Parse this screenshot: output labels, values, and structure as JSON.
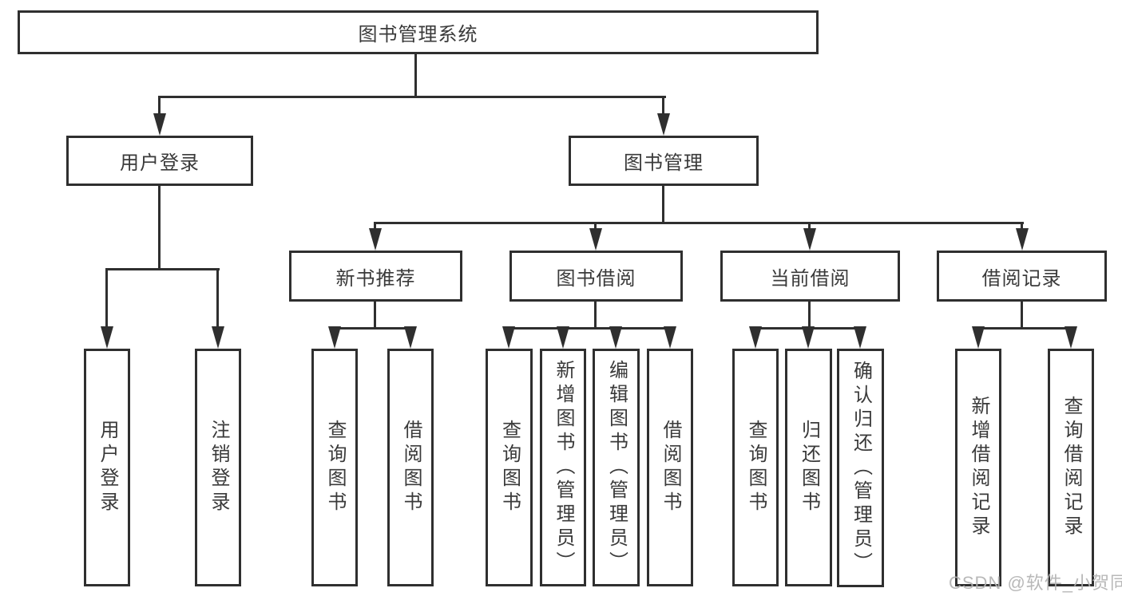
{
  "diagram": {
    "title": "图书管理系统",
    "level2": [
      {
        "label": "用户登录"
      },
      {
        "label": "图书管理"
      }
    ],
    "level3": [
      {
        "label": "新书推荐"
      },
      {
        "label": "图书借阅"
      },
      {
        "label": "当前借阅"
      },
      {
        "label": "借阅记录"
      }
    ],
    "leaves": [
      {
        "label": "用户登录"
      },
      {
        "label": "注销登录"
      },
      {
        "label": "查询图书"
      },
      {
        "label": "借阅图书"
      },
      {
        "label": "查询图书"
      },
      {
        "label": "新增图书（管理员）"
      },
      {
        "label": "编辑图书（管理员）"
      },
      {
        "label": "借阅图书"
      },
      {
        "label": "查询图书"
      },
      {
        "label": "归还图书"
      },
      {
        "label": "确认归还（管理员）"
      },
      {
        "label": "新增借阅记录"
      },
      {
        "label": "查询借阅记录"
      }
    ]
  },
  "watermark": "CSDN @软件_小贺同学",
  "colors": {
    "line": "#2f2f2f",
    "text": "#3a3a3a",
    "background": "#ffffff",
    "watermark": "#b2b2b2"
  }
}
